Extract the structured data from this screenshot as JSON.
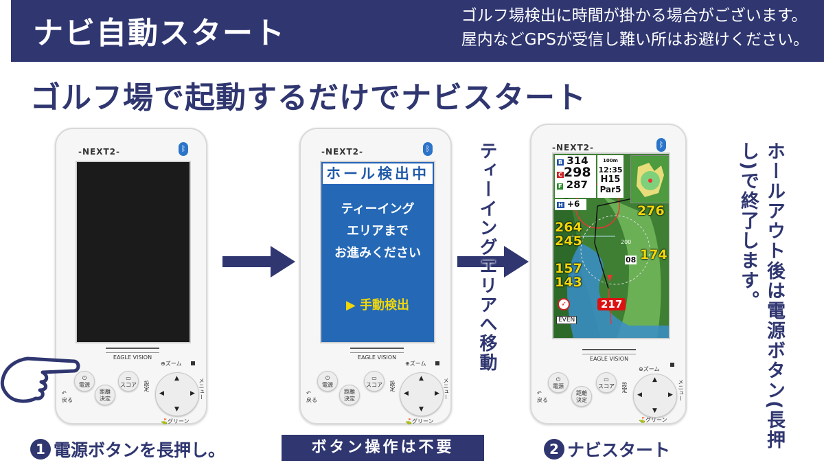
{
  "banner": {
    "title": "ナビ自動スタート",
    "note_line1": "ゴルフ場検出に時間が掛かる場合がございます。",
    "note_line2": "屋内などGPSが受信し難い所はお避けください。"
  },
  "headline": "ゴルフ場で起動するだけでナビスタート",
  "device": {
    "brand": "-NEXT2-",
    "bluetooth_icon": "bluetooth-icon",
    "logo_text": "EAGLE VISION",
    "buttons": {
      "power": "電源",
      "score": "スコア",
      "back": "戻る",
      "distance": "距離",
      "decide": "決定",
      "zoom": "ズーム",
      "setting": "設定",
      "menu": "メニュー",
      "green": "グリーン"
    }
  },
  "detecting_screen": {
    "title": "ホール検出中",
    "line1": "ティーイング",
    "line2": "エリアまで",
    "line3": "お進みください",
    "manual": "▶ 手動検出"
  },
  "navi_screen": {
    "dist_b": "314",
    "dist_c": "298",
    "dist_f": "287",
    "time": "12:35",
    "hole": "H15",
    "par": "Par5",
    "score_label": "H",
    "score_value": "+6",
    "scale": "100m",
    "yardages": [
      "276",
      "264",
      "245",
      "174",
      "157",
      "143",
      "217"
    ],
    "small_marks": [
      "200",
      "08"
    ],
    "even_label": "EVEN"
  },
  "middle_caption": "ティーイングエリアへ移動",
  "right_caption": "ホールアウト後は電源ボタン(長押し)で終了します。",
  "steps": {
    "step1_num": "1",
    "step1_label": "電源ボタンを長押し。",
    "no_button": "ボタン操作は不要",
    "step2_num": "2",
    "step2_label": "ナビスタート"
  },
  "colors": {
    "navy": "#2f3670",
    "screen_blue": "#2468b6",
    "accent_yellow": "#f1d70a"
  }
}
